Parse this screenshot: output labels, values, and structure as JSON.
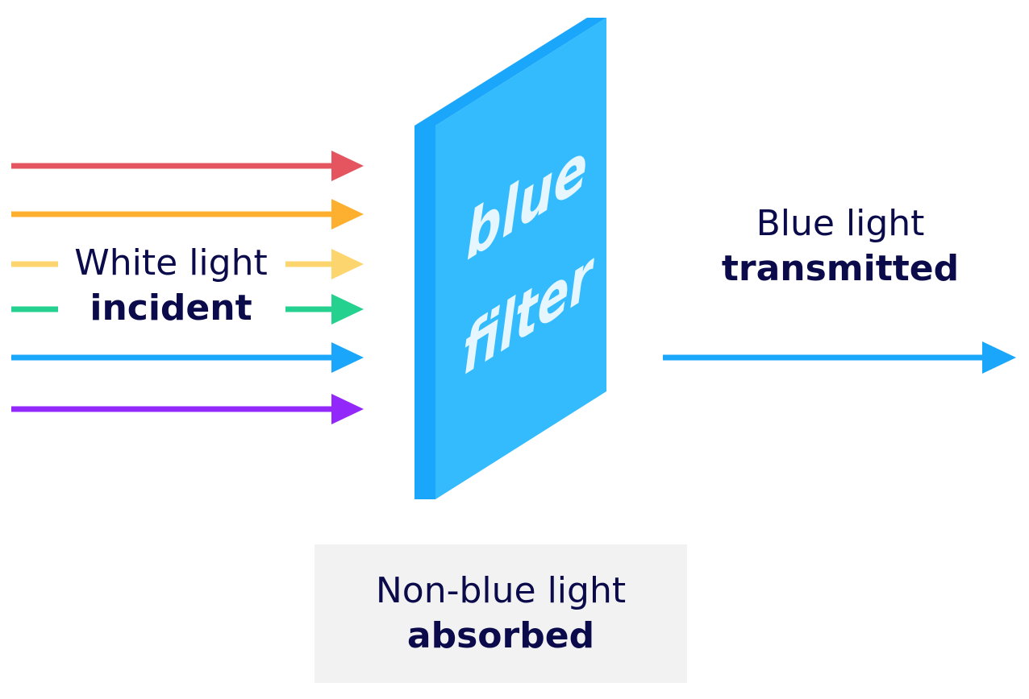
{
  "filter": {
    "word1": "blue",
    "word2": "filter",
    "face_color": "#33bbfd",
    "side_color": "#1aa6fa",
    "text_color": "#e6f6ff"
  },
  "incident": {
    "line1": "White light",
    "line2": "incident"
  },
  "transmitted": {
    "line1": "Blue light",
    "line2": "transmitted"
  },
  "absorbed": {
    "line1": "Non-blue light",
    "line2": "absorbed"
  },
  "colors": {
    "text": "#0b0b4b",
    "red": "#e5555f",
    "orange": "#fdb030",
    "yellow": "#fdd56e",
    "green": "#25d18f",
    "blue": "#1aa6fa",
    "violet": "#9328fa",
    "box": "#f2f2f2"
  }
}
